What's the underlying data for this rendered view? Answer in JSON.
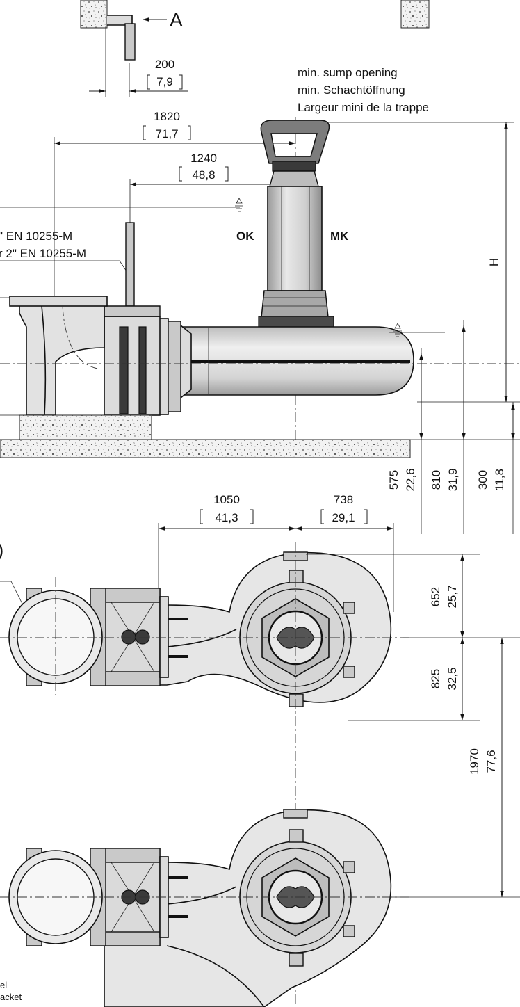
{
  "view_marker": "A",
  "opening_text": {
    "line1": "min. sump opening",
    "line2": "min. Schachtöffnung",
    "line3": "Largeur mini de la trappe"
  },
  "pipe_labels": {
    "line1": "\" EN 10255-M",
    "line2": "r 2\" EN 10255-M"
  },
  "level_labels": {
    "ok": "OK",
    "mk": "MK"
  },
  "height_label": "H",
  "dimensions": {
    "d200": {
      "mm": "200",
      "inch": "7,9"
    },
    "d1820": {
      "mm": "1820",
      "inch": "71,7"
    },
    "d1240": {
      "mm": "1240",
      "inch": "48,8"
    },
    "d575": {
      "mm": "575",
      "inch": "22,6"
    },
    "d810": {
      "mm": "810",
      "inch": "31,9"
    },
    "d300": {
      "mm": "300",
      "inch": "11,8"
    },
    "d1050": {
      "mm": "1050",
      "inch": "41,3"
    },
    "d738": {
      "mm": "738",
      "inch": "29,1"
    },
    "d652": {
      "mm": "652",
      "inch": "25,7"
    },
    "d825": {
      "mm": "825",
      "inch": "32,5"
    },
    "d1970": {
      "mm": "1970",
      "inch": "77,6"
    }
  },
  "footnote": {
    "line1": "el",
    "line2": "acket"
  },
  "edge_mark": ")"
}
